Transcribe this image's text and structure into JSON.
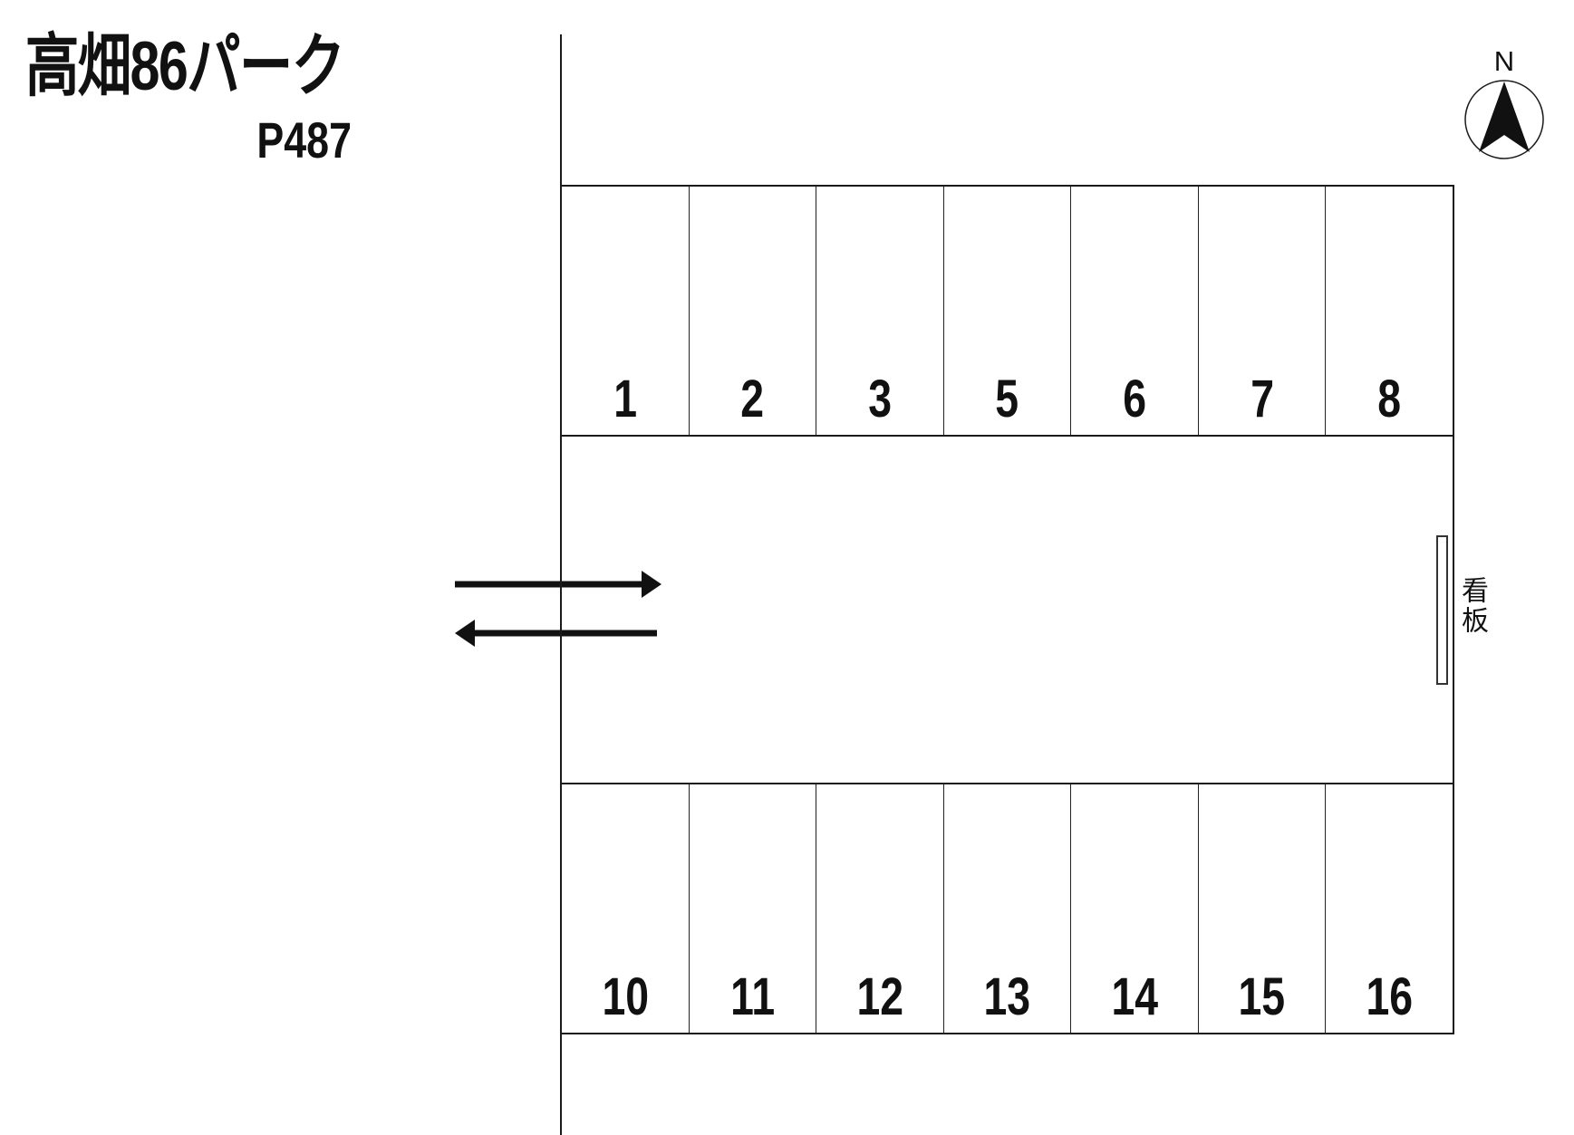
{
  "header": {
    "title": "高畑86パーク",
    "code": "P487"
  },
  "compass": {
    "north_label": "N"
  },
  "lot": {
    "north_row_spaces": [
      "1",
      "2",
      "3",
      "5",
      "6",
      "7",
      "8"
    ],
    "south_row_spaces": [
      "10",
      "11",
      "12",
      "13",
      "14",
      "15",
      "16"
    ]
  },
  "signboard": {
    "label": "看板"
  },
  "colors": {
    "line": "#1a1a1a",
    "background": "#ffffff",
    "text": "#111111"
  }
}
